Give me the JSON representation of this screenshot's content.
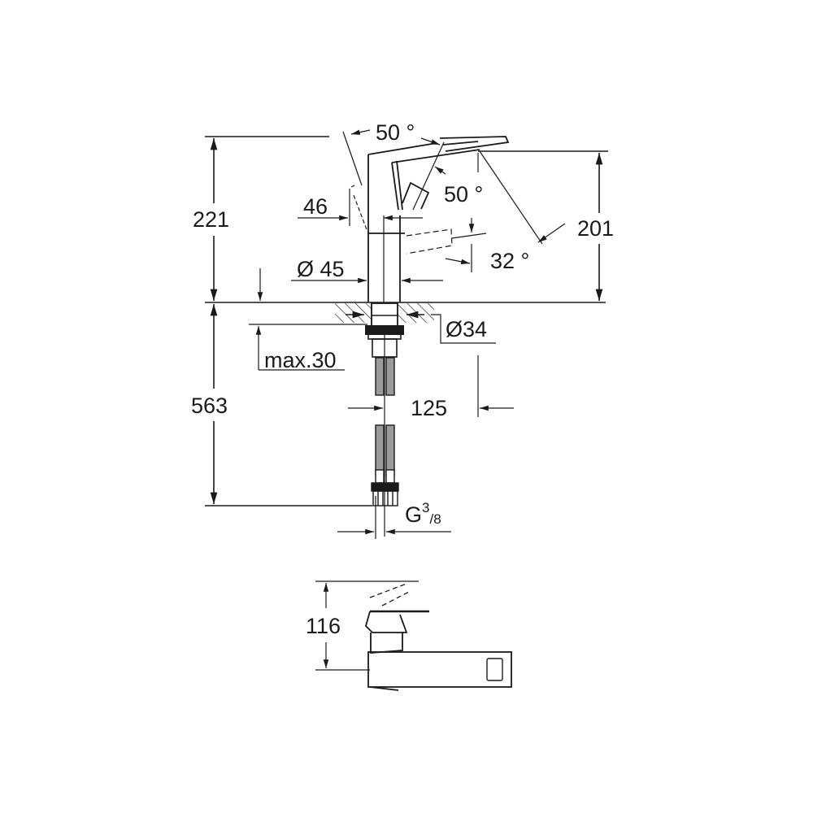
{
  "drawing": {
    "type": "technical dimension drawing",
    "subject": "single-lever basin mixer faucet",
    "line_color": "#1a1a1a",
    "background": "#ffffff"
  },
  "dimensions": {
    "total_height": "221",
    "spout_height": "201",
    "handle_offset": "46",
    "body_diameter": "Ø 45",
    "hole_diameter": "Ø34",
    "max_deck_thickness": "max.30",
    "hose_length": "563",
    "spout_reach": "125",
    "connection_thread": {
      "letter": "G",
      "num": "3",
      "slash": "/",
      "den": "8"
    },
    "plan_height": "116"
  },
  "angles": {
    "handle_swing_top": "50 °",
    "handle_swing_side": "50 °",
    "spout_angle": "32 °"
  }
}
